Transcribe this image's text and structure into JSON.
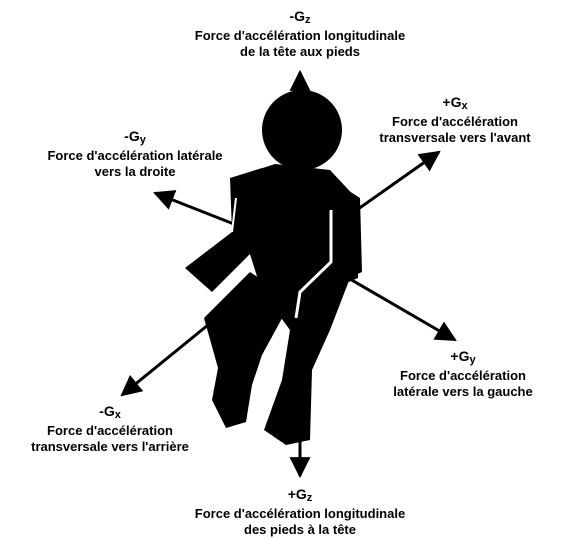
{
  "labels": {
    "neg_gz": {
      "sign": "-G",
      "sub": "z",
      "line1": "Force d'accélération longitudinale",
      "line2": "de la tête aux pieds"
    },
    "pos_gx": {
      "sign": "+G",
      "sub": "x",
      "line1": "Force d'accélération",
      "line2": "transversale vers l'avant"
    },
    "neg_gy": {
      "sign": "-G",
      "sub": "y",
      "line1": "Force d'accélération latérale",
      "line2": "vers la droite"
    },
    "pos_gy": {
      "sign": "+G",
      "sub": "y",
      "line1": "Force d'accélération",
      "line2": "latérale vers la gauche"
    },
    "neg_gx": {
      "sign": "-G",
      "sub": "x",
      "line1": "Force d'accélération",
      "line2": "transversale vers l'arrière"
    },
    "pos_gz": {
      "sign": "+G",
      "sub": "z",
      "line1": "Force d'accélération longitudinale",
      "line2": "des pieds à la tête"
    }
  },
  "colors": {
    "figure": "#000000",
    "background": "#ffffff"
  }
}
